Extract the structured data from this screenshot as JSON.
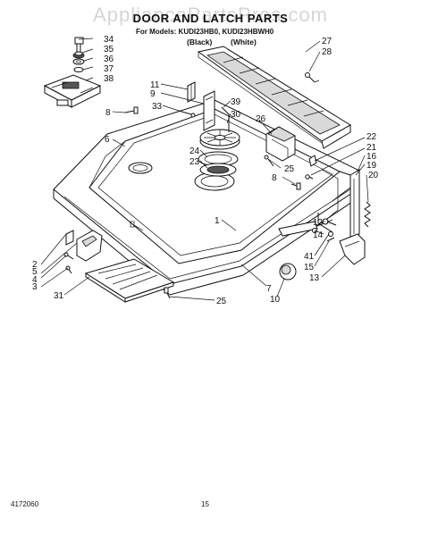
{
  "watermark": "AppliancePartsPros.com",
  "title": "DOOR AND LATCH PARTS",
  "models": "For Models: KUDI23HB0, KUDI23HBWH0",
  "color_black": "(Black)",
  "color_white": "(White)",
  "document_number": "4172060",
  "page_number": "15",
  "callouts": [
    {
      "id": "34",
      "label": "34"
    },
    {
      "id": "35",
      "label": "35"
    },
    {
      "id": "36",
      "label": "36"
    },
    {
      "id": "37",
      "label": "37"
    },
    {
      "id": "38",
      "label": "38"
    },
    {
      "id": "27",
      "label": "27"
    },
    {
      "id": "28",
      "label": "28"
    },
    {
      "id": "11",
      "label": "11"
    },
    {
      "id": "9",
      "label": "9"
    },
    {
      "id": "33",
      "label": "33"
    },
    {
      "id": "39",
      "label": "39"
    },
    {
      "id": "30",
      "label": "30"
    },
    {
      "id": "8a",
      "label": "8"
    },
    {
      "id": "6",
      "label": "6"
    },
    {
      "id": "26",
      "label": "26"
    },
    {
      "id": "24",
      "label": "24"
    },
    {
      "id": "23",
      "label": "23"
    },
    {
      "id": "25a",
      "label": "25"
    },
    {
      "id": "22",
      "label": "22"
    },
    {
      "id": "21",
      "label": "21"
    },
    {
      "id": "16",
      "label": "16"
    },
    {
      "id": "19",
      "label": "19"
    },
    {
      "id": "20",
      "label": "20"
    },
    {
      "id": "8b",
      "label": "8"
    },
    {
      "id": "1",
      "label": "1"
    },
    {
      "id": "12",
      "label": "12"
    },
    {
      "id": "14",
      "label": "14"
    },
    {
      "id": "41",
      "label": "41"
    },
    {
      "id": "15",
      "label": "15"
    },
    {
      "id": "13",
      "label": "13"
    },
    {
      "id": "2",
      "label": "2"
    },
    {
      "id": "5",
      "label": "5"
    },
    {
      "id": "4",
      "label": "4"
    },
    {
      "id": "3",
      "label": "3"
    },
    {
      "id": "31",
      "label": "31"
    },
    {
      "id": "7",
      "label": "7"
    },
    {
      "id": "10",
      "label": "10"
    },
    {
      "id": "25b",
      "label": "25"
    }
  ]
}
